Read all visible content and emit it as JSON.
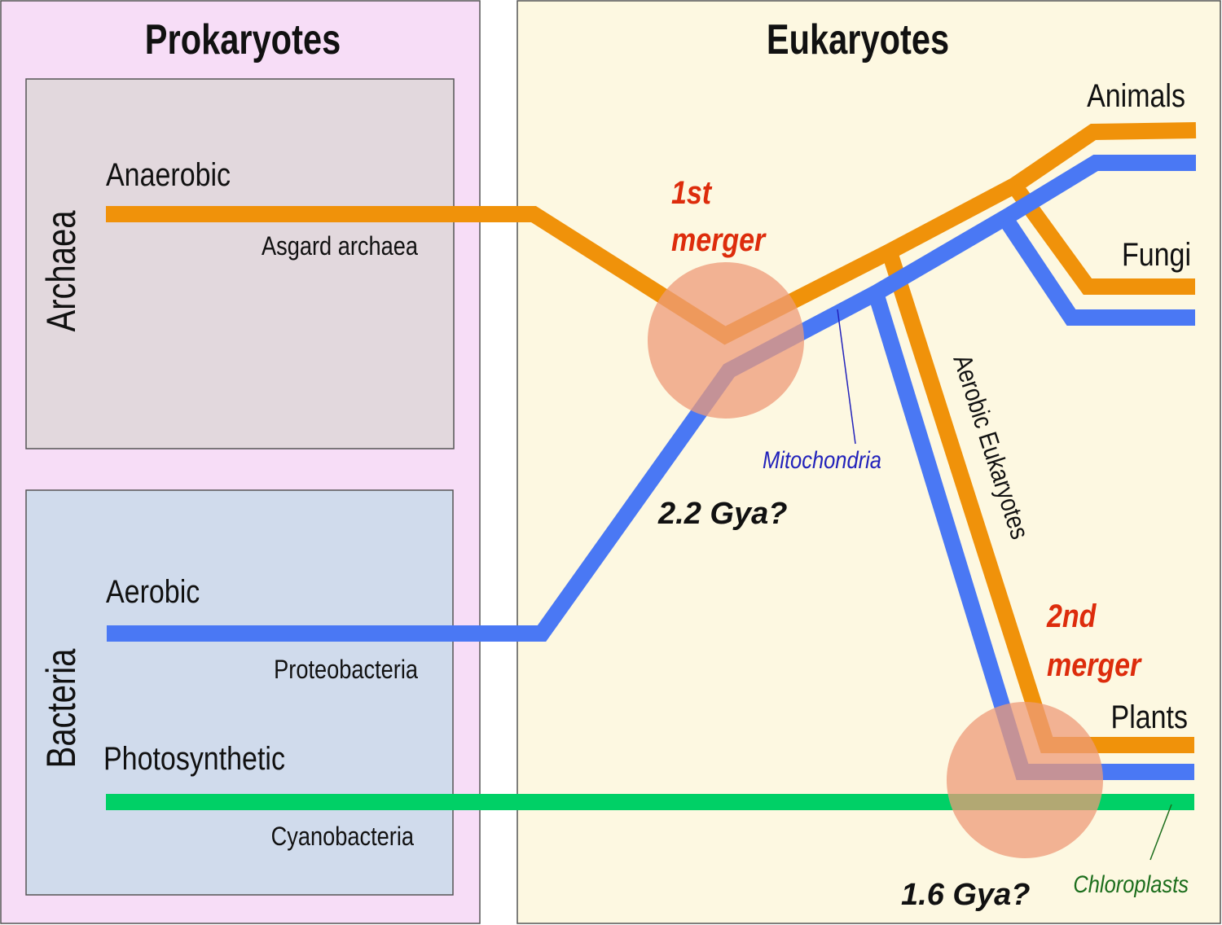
{
  "panels": {
    "prokaryotes": {
      "title": "Prokaryotes",
      "color": "#f7ddf7"
    },
    "eukaryotes": {
      "title": "Eukaryotes",
      "color": "#fdf8e1"
    }
  },
  "groups": {
    "archaea": {
      "label": "Archaea",
      "color": "#e2d8dd"
    },
    "bacteria": {
      "label": "Bacteria",
      "color": "#d0dbec"
    }
  },
  "lineages": {
    "anaerobic": {
      "label": "Anaerobic",
      "sublabel": "Asgard archaea",
      "color": "#f0920a"
    },
    "aerobic": {
      "label": "Aerobic",
      "sublabel": "Proteobacteria",
      "color": "#4a78f4"
    },
    "photosynthetic": {
      "label": "Photosynthetic",
      "sublabel": "Cyanobacteria",
      "color": "#00d066"
    }
  },
  "outcomes": {
    "animals": "Animals",
    "fungi": "Fungi",
    "plants": "Plants",
    "aerobic_eukaryotes": "Aerobic Eukaryotes"
  },
  "mergers": {
    "first": {
      "line1": "1st",
      "line2": "merger",
      "time": "2.2 Gya?"
    },
    "second": {
      "line1": "2nd",
      "line2": "merger",
      "time": "1.6 Gya?"
    },
    "highlight_color": "#ed9b78",
    "label_color": "#dd2c0c"
  },
  "annotations": {
    "mitochondria": {
      "text": "Mitochondria",
      "color": "#2222bb"
    },
    "chloroplasts": {
      "text": "Chloroplasts",
      "color": "#1c6e1c"
    }
  }
}
